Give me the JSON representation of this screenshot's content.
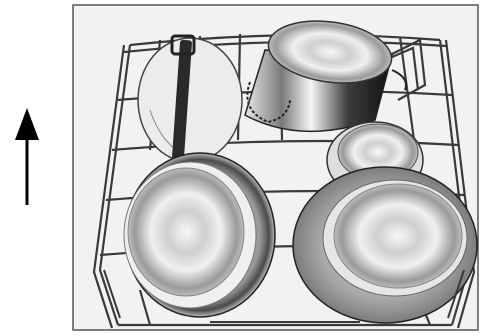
{
  "illustration": {
    "direction_arrow": "up-arrow",
    "frame_color": "#f2f2f2",
    "frame_border": "#555555",
    "rack_color": "#3a3a3a",
    "items": [
      "pan-handle-pot",
      "cooking-pot",
      "small-bowl",
      "frying-pan",
      "large-plate"
    ]
  }
}
